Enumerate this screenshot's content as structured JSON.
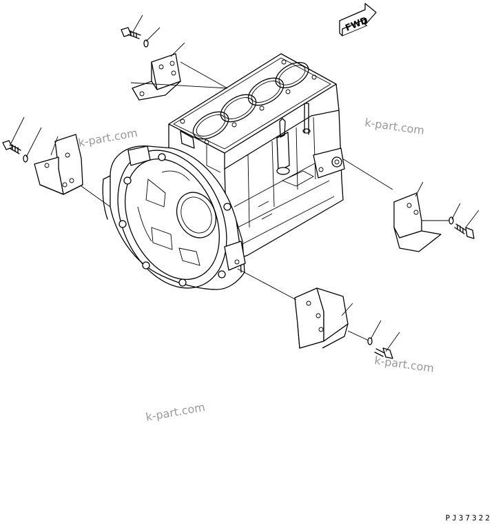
{
  "watermark": "k-part.com",
  "fwd_label": "FWD",
  "drawing_code": "PJ37322"
}
